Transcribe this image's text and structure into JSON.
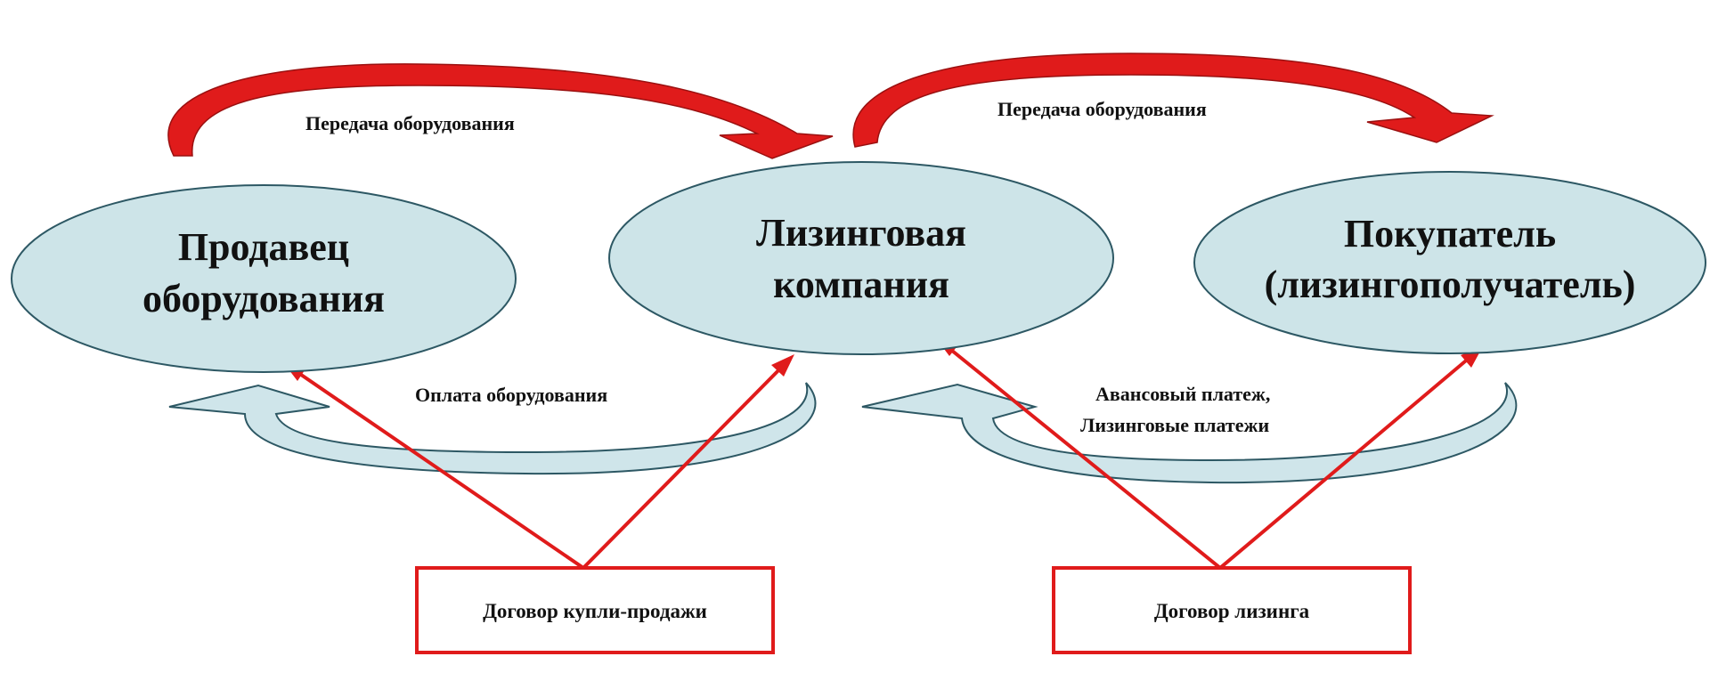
{
  "colors": {
    "node_fill": "#cde4e8",
    "node_stroke": "#2d5864",
    "equipment_arrow": "#e01b1b",
    "payment_arrow": "#cfe5ea",
    "payment_arrow_stroke": "#2d5864",
    "contract_line": "#e01b1b"
  },
  "nodes": {
    "seller": {
      "line1": "Продавец",
      "line2": "оборудования"
    },
    "lessor": {
      "line1": "Лизинговая",
      "line2": "компания"
    },
    "buyer": {
      "line1": "Покупатель",
      "line2": "(лизингополучатель)"
    }
  },
  "flows": {
    "equipment_transfer_left": "Передача оборудования",
    "equipment_transfer_right": "Передача оборудования",
    "equipment_payment": "Оплата оборудования",
    "lease_payments_line1": "Авансовый платеж,",
    "lease_payments_line2": "Лизинговые платежи"
  },
  "contracts": {
    "purchase": "Договор купли-продажи",
    "lease": "Договор лизинга"
  }
}
